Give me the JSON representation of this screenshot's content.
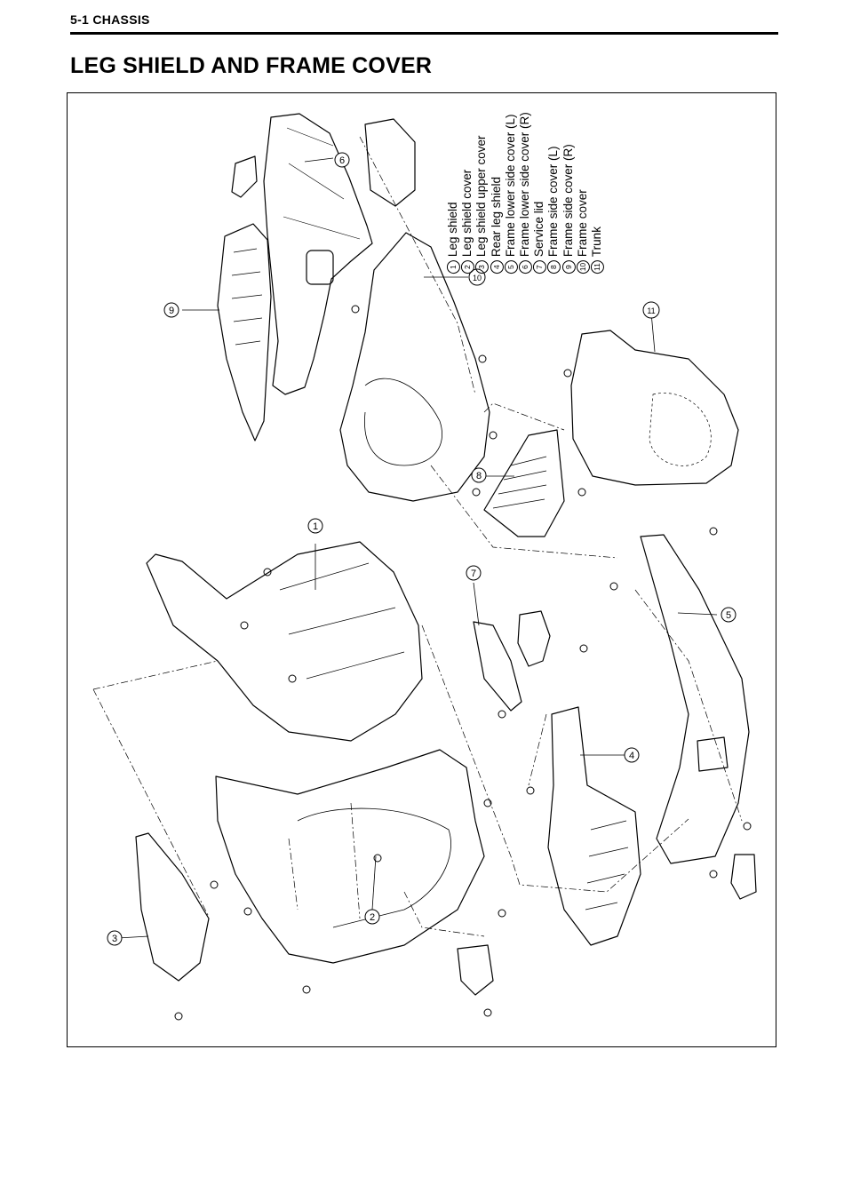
{
  "header": {
    "section_label": "5-1 CHASSIS",
    "title": "LEG SHIELD AND FRAME COVER"
  },
  "legend": [
    {
      "num": "1",
      "label": "Leg shield"
    },
    {
      "num": "2",
      "label": "Leg shield cover"
    },
    {
      "num": "3",
      "label": "Leg shield upper cover"
    },
    {
      "num": "4",
      "label": "Rear leg shield"
    },
    {
      "num": "5",
      "label": "Frame lower side cover (L)"
    },
    {
      "num": "6",
      "label": "Frame lower side cover (R)"
    },
    {
      "num": "7",
      "label": "Service lid"
    },
    {
      "num": "8",
      "label": "Frame side cover (L)"
    },
    {
      "num": "9",
      "label": "Frame side cover (R)"
    },
    {
      "num": "10",
      "label": "Frame cover"
    },
    {
      "num": "11",
      "label": "Trunk"
    }
  ],
  "callouts": [
    "1",
    "2",
    "3",
    "4",
    "5",
    "6",
    "7",
    "8",
    "9",
    "10",
    "11"
  ]
}
